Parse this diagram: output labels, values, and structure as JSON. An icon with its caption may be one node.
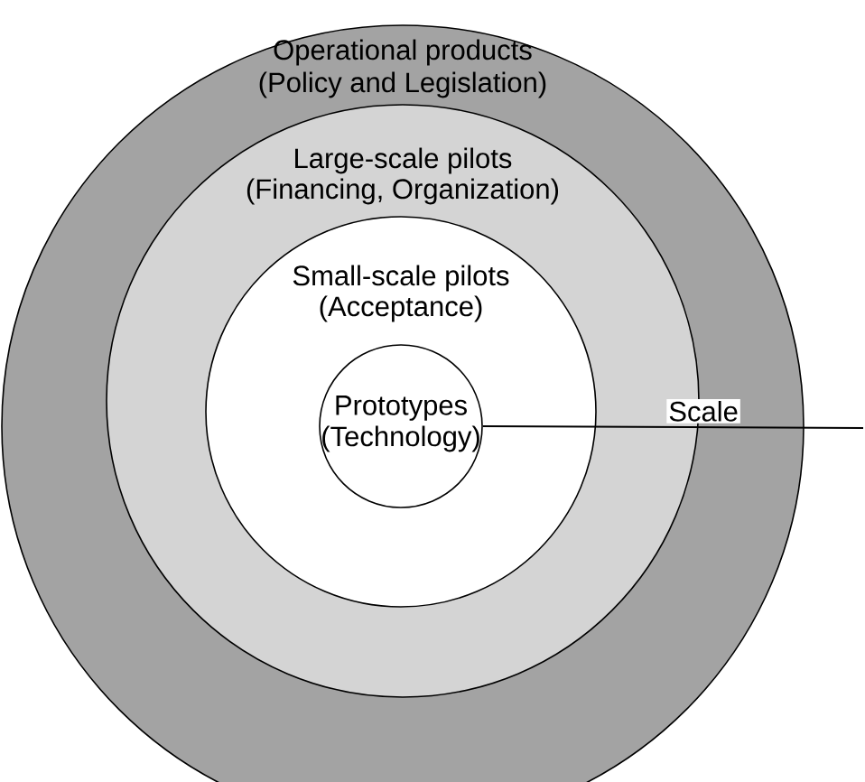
{
  "diagram": {
    "nodes": [
      {
        "text": [
          "Operational products",
          "(Policy and Legislation)"
        ]
      },
      {
        "text": [
          "Large-scale pilots",
          "(Financing, Organization)"
        ],
        "in": 0
      },
      {
        "text": [
          "Small-scale pilots",
          "(Acceptance)"
        ],
        "in": 1
      },
      {
        "text": [
          "Prototypes",
          "(Technology)"
        ],
        "in": 2
      }
    ],
    "labels": [
      "Scale"
    ]
  }
}
